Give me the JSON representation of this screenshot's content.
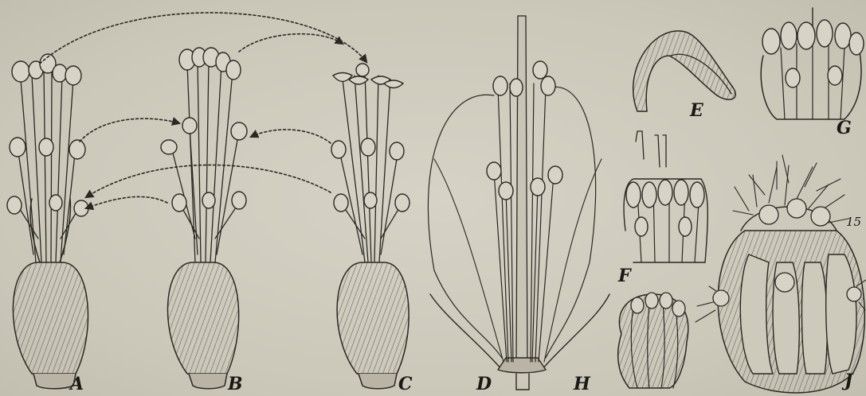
{
  "figure": {
    "labels": {
      "a": "A",
      "b": "B",
      "c": "C",
      "d": "D",
      "e": "E",
      "f": "F",
      "g": "G",
      "h": "H",
      "j": "J",
      "fifteen": "15"
    },
    "colors": {
      "ink": "#2a2823",
      "paper": "#cfcbbe"
    }
  }
}
